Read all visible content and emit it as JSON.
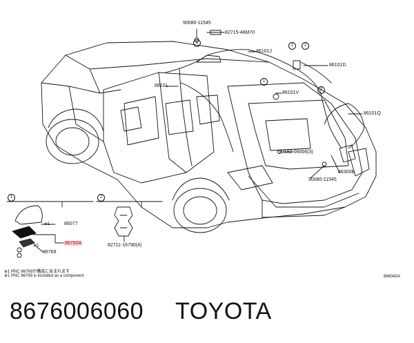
{
  "parts": {
    "p_9008011545_top": "90080-11545",
    "p_8271548m70": "82715-48M70",
    "p_86101j": "86101J",
    "p_86101d": "86101D",
    "p_86101": "86101",
    "p_86101v": "86101V",
    "p_86101q": "86101Q",
    "p_9018206006": "90182-06006(3)",
    "p_86300b": "86300B",
    "p_9008011545_bottom": "90080-11545",
    "p_86077": "86077",
    "p_86760a": "86760A",
    "p_86769": "86769",
    "p_8271116790": "82711-16790(4)"
  },
  "callouts": {
    "c1": "1",
    "c2": "2",
    "c2b": "2",
    "c1b": "1",
    "c2c": "2",
    "inset1": "1",
    "inset2": "2"
  },
  "marks": {
    "m1": "※1",
    "m2": "※1"
  },
  "notes": {
    "note_jp": "※1 PNC 86769が構成に含まれます",
    "note_en": "※1 PNC 86769 is included as a component"
  },
  "reference": "866340A",
  "caption": {
    "part_number": "8676006060",
    "brand": "TOYOTA"
  }
}
